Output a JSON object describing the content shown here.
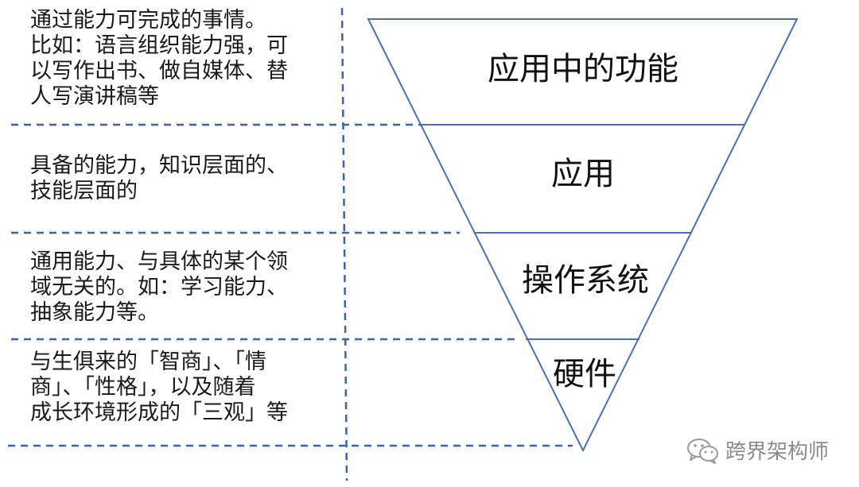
{
  "colors": {
    "triangle_line": "#4a6fb5",
    "dashed_line": "#3d62aa",
    "text": "#1a1a1a",
    "watermark": "#8a8a8a"
  },
  "pyramid": {
    "layers": [
      "应用中的功能",
      "应用",
      "操作系统",
      "硬件"
    ]
  },
  "descriptions": [
    [
      "通过能力可完成的事情。",
      "比如：语言组织能力强，可",
      "以写作出书、做自媒体、替",
      "人写演讲稿等"
    ],
    [
      "具备的能力，知识层面的、",
      "技能层面的"
    ],
    [
      "通用能力、与具体的某个领",
      "域无关的。如：学习能力、",
      "抽象能力等。"
    ],
    [
      "与生俱来的「智商」、「情",
      "商」、「性格」，以及随着",
      "成长环境形成的「三观」等"
    ]
  ],
  "watermark": {
    "icon": "wechat-icon",
    "text": "跨界架构师"
  }
}
